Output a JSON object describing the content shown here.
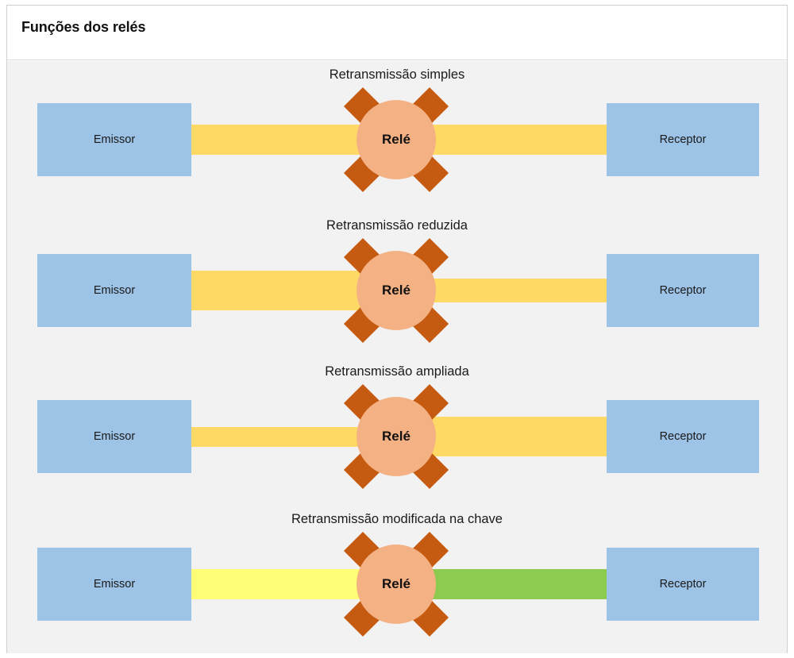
{
  "header": {
    "title": "Funções dos relés"
  },
  "colors": {
    "canvas_bg": "#f2f2f2",
    "header_bg": "#ffffff",
    "frame_border": "#d0d0d0",
    "node_blue": "#9dc3e6",
    "band_yellow": "#ffd966",
    "band_bright_yellow": "#ffff77",
    "band_green": "#8ccb50",
    "relay_circle": "#f4b183",
    "relay_spike": "#c55a11",
    "text": "#1a1a1a"
  },
  "labels": {
    "emitter": "Emissor",
    "receiver": "Receptor",
    "relay": "Relé"
  },
  "rows": [
    {
      "title": "Retransmissão simples",
      "emitter": "Emissor",
      "receiver": "Receptor",
      "relay": "Relé",
      "input_band": {
        "color": "#ffd966",
        "thickness": "medium"
      },
      "output_band": {
        "color": "#ffd966",
        "thickness": "medium"
      }
    },
    {
      "title": "Retransmissão reduzida",
      "emitter": "Emissor",
      "receiver": "Receptor",
      "relay": "Relé",
      "input_band": {
        "color": "#ffd966",
        "thickness": "thick"
      },
      "output_band": {
        "color": "#ffd966",
        "thickness": "thin"
      }
    },
    {
      "title": "Retransmissão ampliada",
      "emitter": "Emissor",
      "receiver": "Receptor",
      "relay": "Relé",
      "input_band": {
        "color": "#ffd966",
        "thickness": "thin"
      },
      "output_band": {
        "color": "#ffd966",
        "thickness": "thick"
      }
    },
    {
      "title": "Retransmissão modificada na chave",
      "emitter": "Emissor",
      "receiver": "Receptor",
      "relay": "Relé",
      "input_band": {
        "color": "#ffff77",
        "thickness": "medium"
      },
      "output_band": {
        "color": "#8ccb50",
        "thickness": "medium"
      }
    }
  ]
}
